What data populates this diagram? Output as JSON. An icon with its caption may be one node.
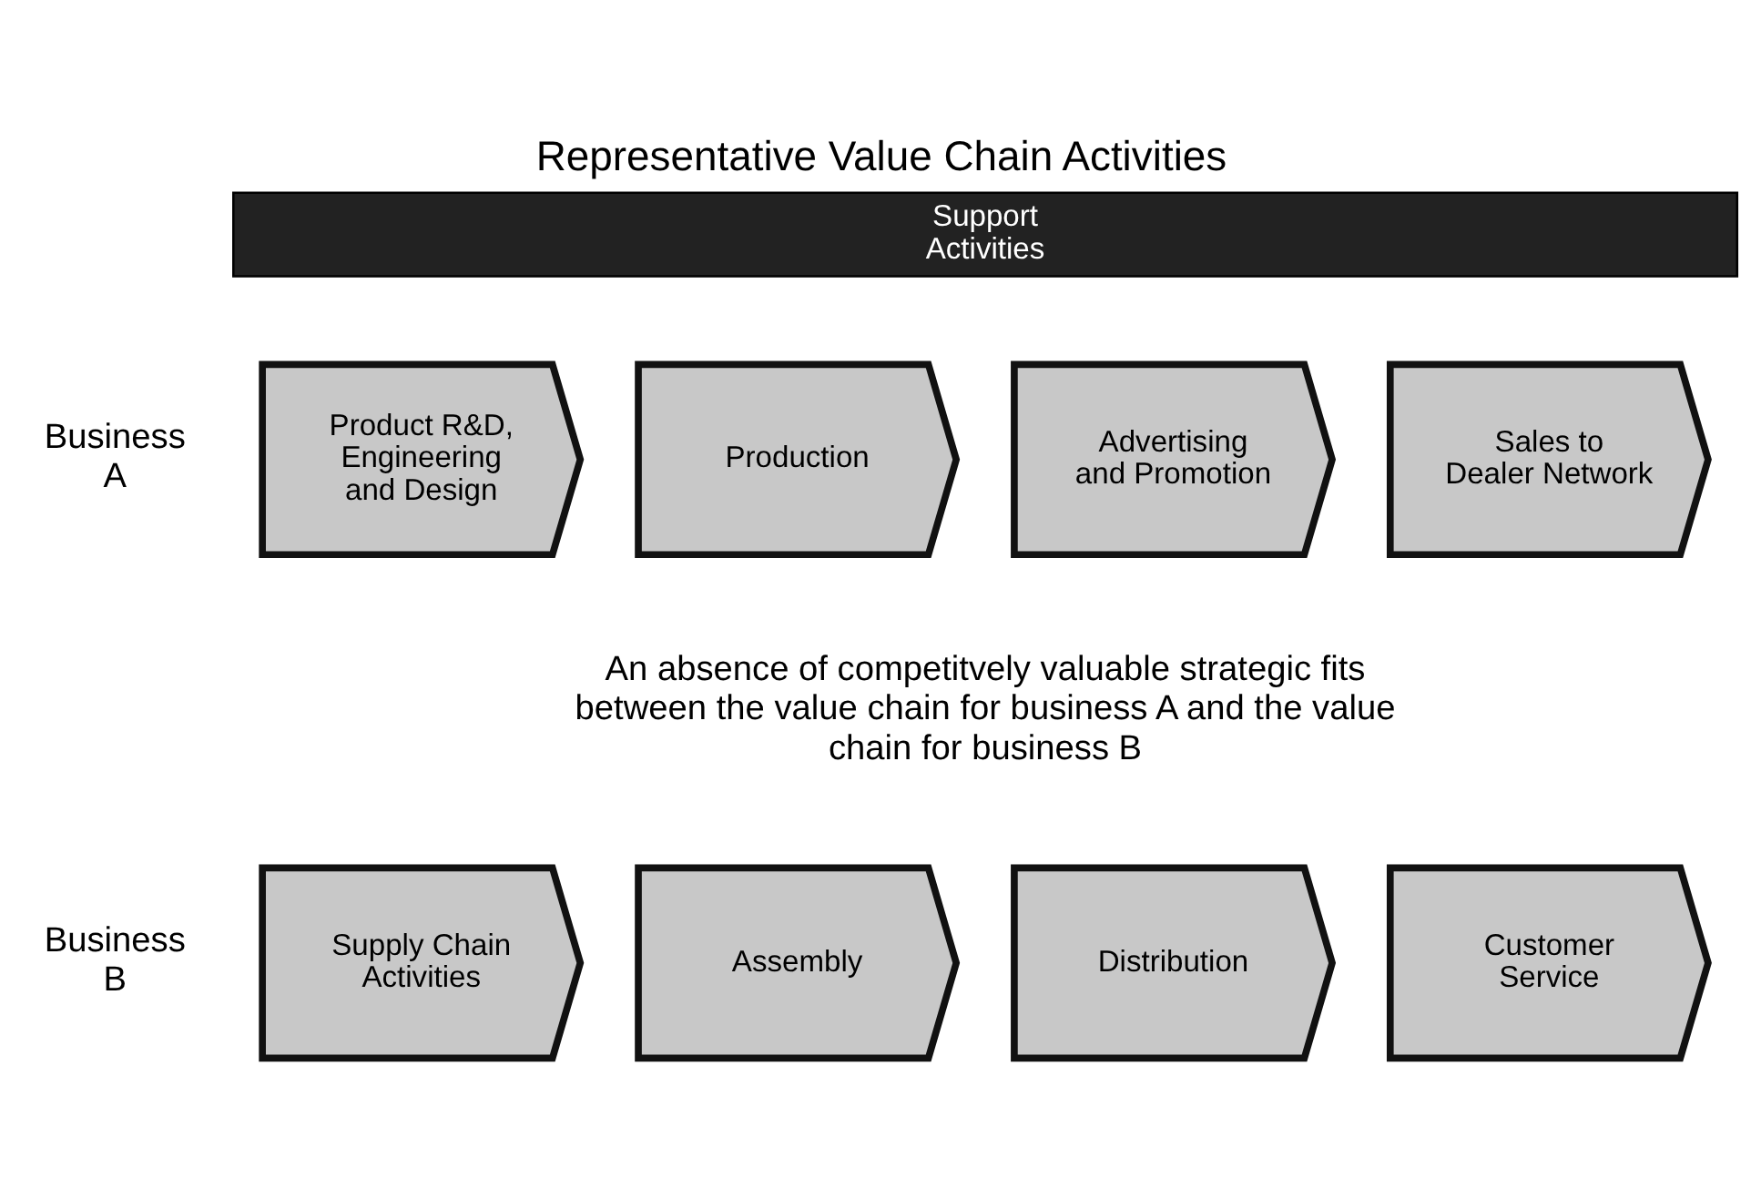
{
  "diagram": {
    "title": "Representative Value Chain Activities",
    "nodes": [
      {
        "text": [
          "Support Activities"
        ]
      },
      {
        "text": [
          "Product R&D, Engineering and Design"
        ]
      },
      {
        "text": [
          "Production"
        ]
      },
      {
        "text": [
          "Advertising and Promotion"
        ]
      },
      {
        "text": [
          "Sales to Dealer Network"
        ]
      },
      {
        "text": [
          "Supply Chain Activities"
        ]
      },
      {
        "text": [
          "Assembly"
        ]
      },
      {
        "text": [
          "Distribution"
        ]
      },
      {
        "text": [
          "Customer Service"
        ]
      }
    ],
    "edges": [],
    "labels": [
      "Business A",
      "An absence of competitvely valuable strategic fits between the value chain for business A and the value chain for business B",
      "Business B"
    ]
  }
}
